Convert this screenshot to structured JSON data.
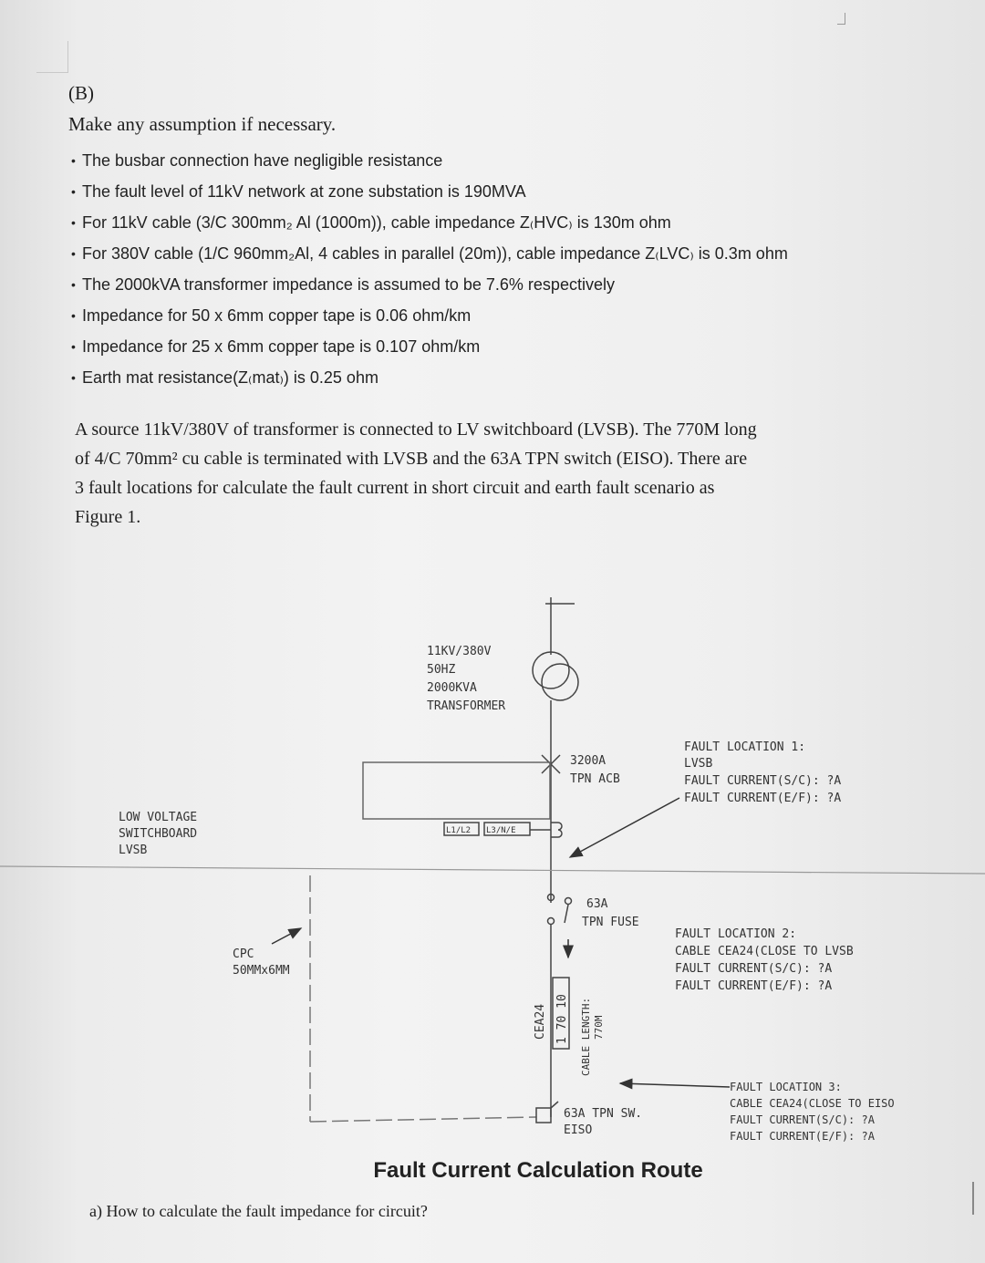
{
  "header": {
    "section": "(B)",
    "assumption": "Make any assumption if necessary."
  },
  "bullets": [
    "The busbar connection have negligible resistance",
    "The fault level of 11kV network at zone substation is 190MVA",
    "For 11kV cable (3/C 300mm₂ Al (1000m)), cable impedance Z₍HVC₎ is 130m ohm",
    "For 380V cable (1/C 960mm₂Al, 4 cables in parallel (20m)), cable impedance Z₍LVC₎ is 0.3m ohm",
    "The 2000kVA transformer impedance is assumed to be 7.6% respectively",
    "Impedance for 50 x 6mm copper tape is 0.06 ohm/km",
    "Impedance for 25 x 6mm copper tape is 0.107 ohm/km",
    "Earth mat resistance(Z₍mat₎) is 0.25 ohm"
  ],
  "paragraph": [
    "A source 11kV/380V of transformer is connected to LV switchboard (LVSB). The 770M long",
    "of 4/C 70mm² cu cable is terminated with LVSB and the 63A TPN switch (EISO). There are",
    "3 fault locations for calculate the fault current in short circuit and earth fault scenario as",
    "Figure 1."
  ],
  "diagram": {
    "transformer": [
      "11KV/380V",
      "50HZ",
      "2000KVA",
      "TRANSFORMER"
    ],
    "acb": [
      "3200A",
      "TPN ACB"
    ],
    "lvsb": [
      "LOW VOLTAGE",
      "SWITCHBOARD",
      "LVSB"
    ],
    "busbar_labels": [
      "L1/L2",
      "L3/N/E"
    ],
    "fuse": [
      "63A",
      "TPN FUSE"
    ],
    "cpc": [
      "CPC",
      "50MMx6MM"
    ],
    "cable_id": "CEA24",
    "cable_size": "1 70 10",
    "cable_length": [
      "CABLE LENGTH:",
      "770M"
    ],
    "eiso": [
      "63A TPN SW.",
      "EISO"
    ],
    "fault1": [
      "FAULT LOCATION 1:",
      "LVSB",
      "FAULT CURRENT(S/C): ?A",
      "FAULT CURRENT(E/F): ?A"
    ],
    "fault2": [
      "FAULT LOCATION 2:",
      "CABLE CEA24(CLOSE TO LVSB",
      "FAULT CURRENT(S/C): ?A",
      "FAULT CURRENT(E/F): ?A"
    ],
    "fault3": [
      "FAULT LOCATION 3:",
      "CABLE CEA24(CLOSE TO EISO",
      "FAULT CURRENT(S/C): ?A",
      "FAULT CURRENT(E/F): ?A"
    ]
  },
  "figure_title": "Fault Current Calculation Route",
  "question": "a) How to calculate the fault impedance for circuit?"
}
